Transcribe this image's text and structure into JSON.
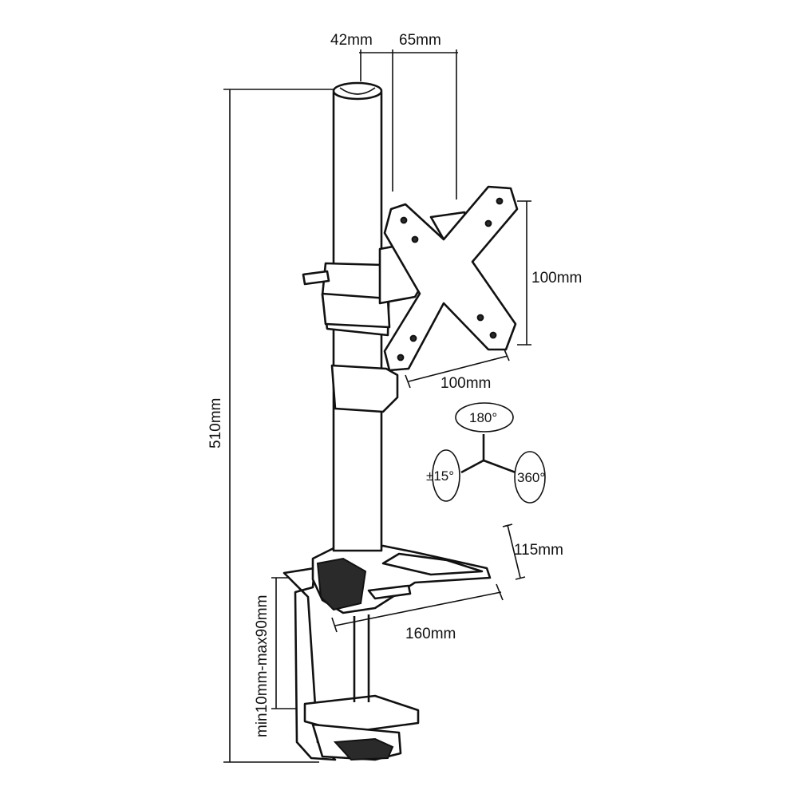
{
  "dimensions": {
    "pole_diameter": "42mm",
    "plate_offset": "65mm",
    "total_height": "510mm",
    "vesa_vertical": "100mm",
    "vesa_horizontal": "100mm",
    "base_depth": "115mm",
    "base_width": "160mm",
    "clamp_range": "min10mm-max90mm"
  },
  "rotation": {
    "top": "180°",
    "left": "±15°",
    "right": "360°"
  }
}
